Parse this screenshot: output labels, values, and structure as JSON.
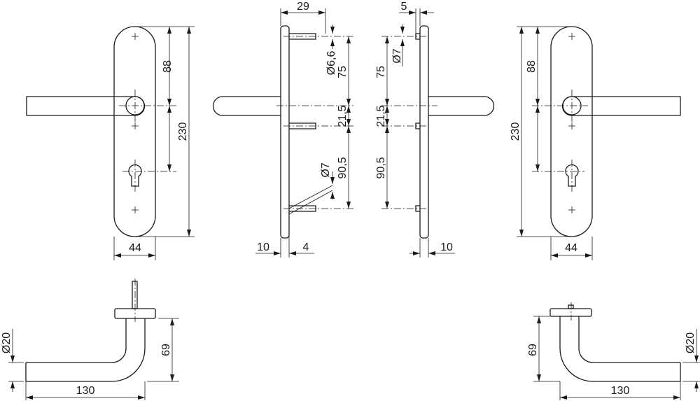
{
  "drawing": {
    "front_left": {
      "height_to_spindle": "88",
      "total_height": "230",
      "width": "44"
    },
    "side_left": {
      "pin_offset": "29",
      "pin_diameter": "Ø6,6",
      "d1": "75",
      "d2": "21,5",
      "d3": "90,5",
      "hole_diameter": "Ø7",
      "plate_thickness": "10",
      "gap": "4"
    },
    "side_right": {
      "pin_offset": "5",
      "pin_diameter": "Ø7",
      "d1": "75",
      "d2": "21,5",
      "d3": "90,5",
      "plate_thickness": "10"
    },
    "front_right": {
      "height_to_spindle": "88",
      "total_height": "230",
      "width": "44"
    },
    "lever_left": {
      "diameter": "Ø20",
      "height": "69",
      "length": "130"
    },
    "lever_right": {
      "diameter": "Ø20",
      "height": "69",
      "length": "130"
    }
  }
}
